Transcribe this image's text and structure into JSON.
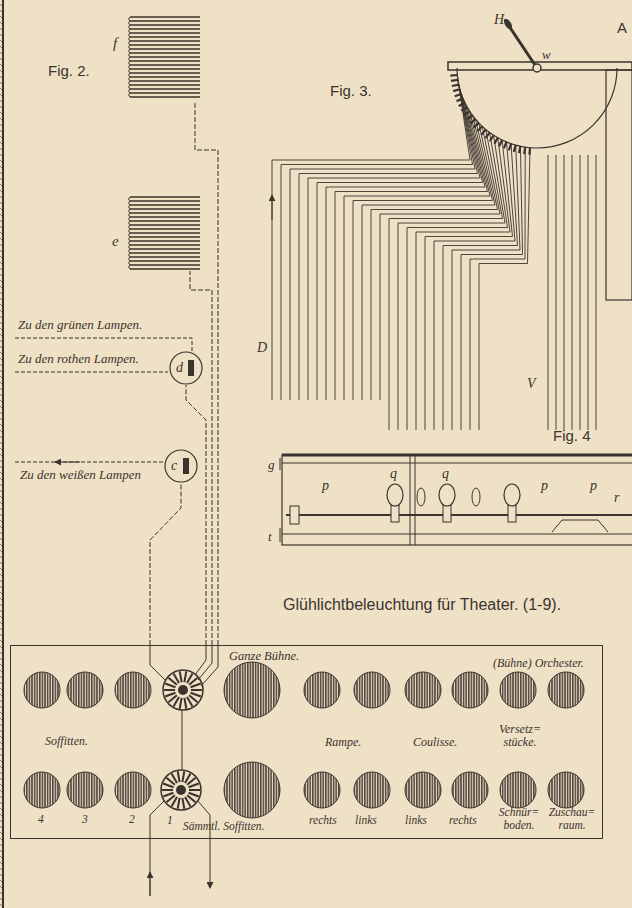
{
  "diagram": {
    "title": "Glühlichtbeleuchtung für Theater. (1-9).",
    "nodes": [
      {
        "text": [
          "f"
        ]
      },
      {
        "text": [
          "e"
        ]
      },
      {
        "text": [
          "d"
        ]
      },
      {
        "text": [
          "c"
        ]
      },
      {
        "text": [
          "Ganze Bühne.",
          "(Bühne) Orchester.",
          "Soffitten.",
          "Rampe.",
          "Coulisse.",
          "Versetz= stücke.",
          "4",
          "3",
          "2",
          "1",
          "Sämmtl. Soffitten.",
          "rechts",
          "links",
          "links",
          "rechts",
          "Schnür= boden.",
          "Zuschau= raum."
        ]
      }
    ],
    "edges": [
      {
        "from": 4,
        "to": 3,
        "arrow": "none"
      },
      {
        "from": 4,
        "to": 2,
        "arrow": "none"
      },
      {
        "from": 4,
        "to": 1,
        "arrow": "none"
      },
      {
        "from": 4,
        "to": 0,
        "arrow": "none"
      }
    ],
    "labels": [
      "Fig. 2.",
      "Zu den grünen Lampen.",
      "Zu den rothen Lampen.",
      "Zu den weißen Lampen",
      "Fig. 3.",
      "H",
      "w",
      "D",
      "V",
      "A",
      "Fig. 4",
      "g",
      "t",
      "p",
      "q",
      "q",
      "p",
      "p",
      "r"
    ]
  }
}
